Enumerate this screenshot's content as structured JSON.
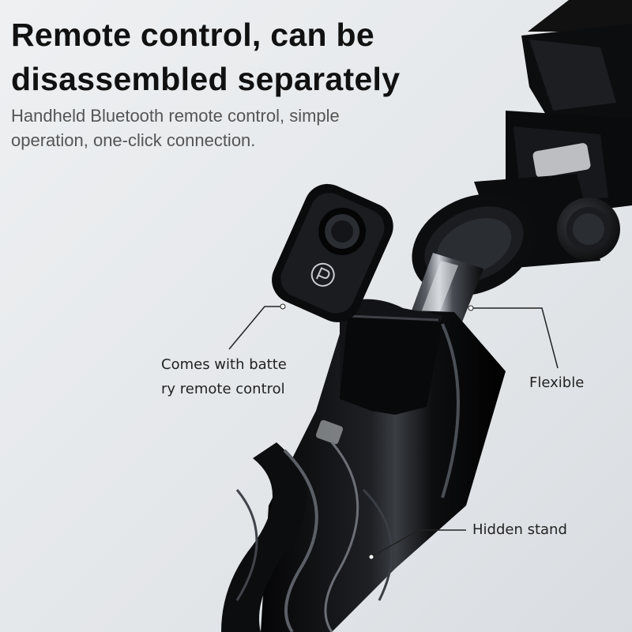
{
  "headline": {
    "line1": "Remote control, can be",
    "line2": "disassembled separately"
  },
  "subheadline": {
    "line1": "Handheld Bluetooth remote control, simple",
    "line2": "operation, one-click connection."
  },
  "callouts": {
    "remote": {
      "line1": "Comes with batte",
      "line2": "ry remote control"
    },
    "flexible": "Flexible",
    "hidden_stand": "Hidden stand"
  },
  "colors": {
    "background": "#e6e8eb",
    "product_black": "#0b0c0e",
    "title_text": "#111111",
    "subtitle_text": "#555555"
  },
  "icons": {
    "remote_button": "shutter-p-icon"
  }
}
